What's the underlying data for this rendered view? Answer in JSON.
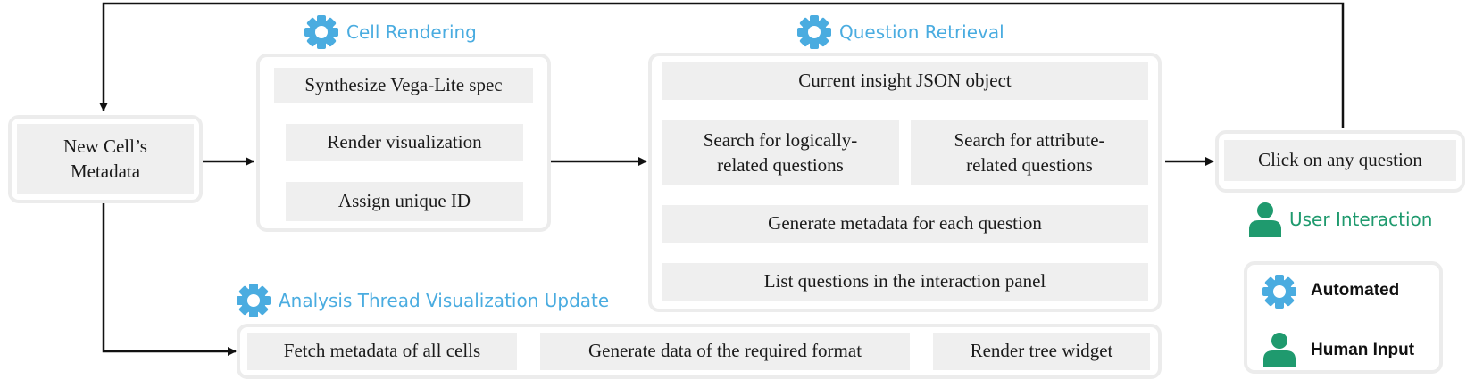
{
  "labels": {
    "cell_rendering": "Cell Rendering",
    "question_retrieval": "Question Retrieval",
    "analysis_thread": "Analysis Thread Visualization Update",
    "user_interaction": "User Interaction"
  },
  "boxes": {
    "new_cell_metadata": "New Cell’s Metadata",
    "synthesize_spec": "Synthesize Vega-Lite spec",
    "render_visualization": "Render visualization",
    "assign_id": "Assign unique ID",
    "current_insight": "Current insight JSON object",
    "search_logical": "Search for  logically-related questions",
    "search_attribute": "Search for  attribute-related questions",
    "generate_metadata": "Generate metadata for each question",
    "list_questions": "List questions in the interaction panel",
    "click_question": "Click on any question",
    "fetch_metadata": "Fetch metadata of all cells",
    "generate_data": "Generate data of the required format",
    "render_tree": "Render tree widget"
  },
  "legend": {
    "automated": "Automated",
    "human_input": "Human Input"
  },
  "colors": {
    "automated": "#4aace0",
    "human": "#1f9a6e",
    "box": "#efefef",
    "border": "#ececec",
    "arrow": "#111111"
  }
}
